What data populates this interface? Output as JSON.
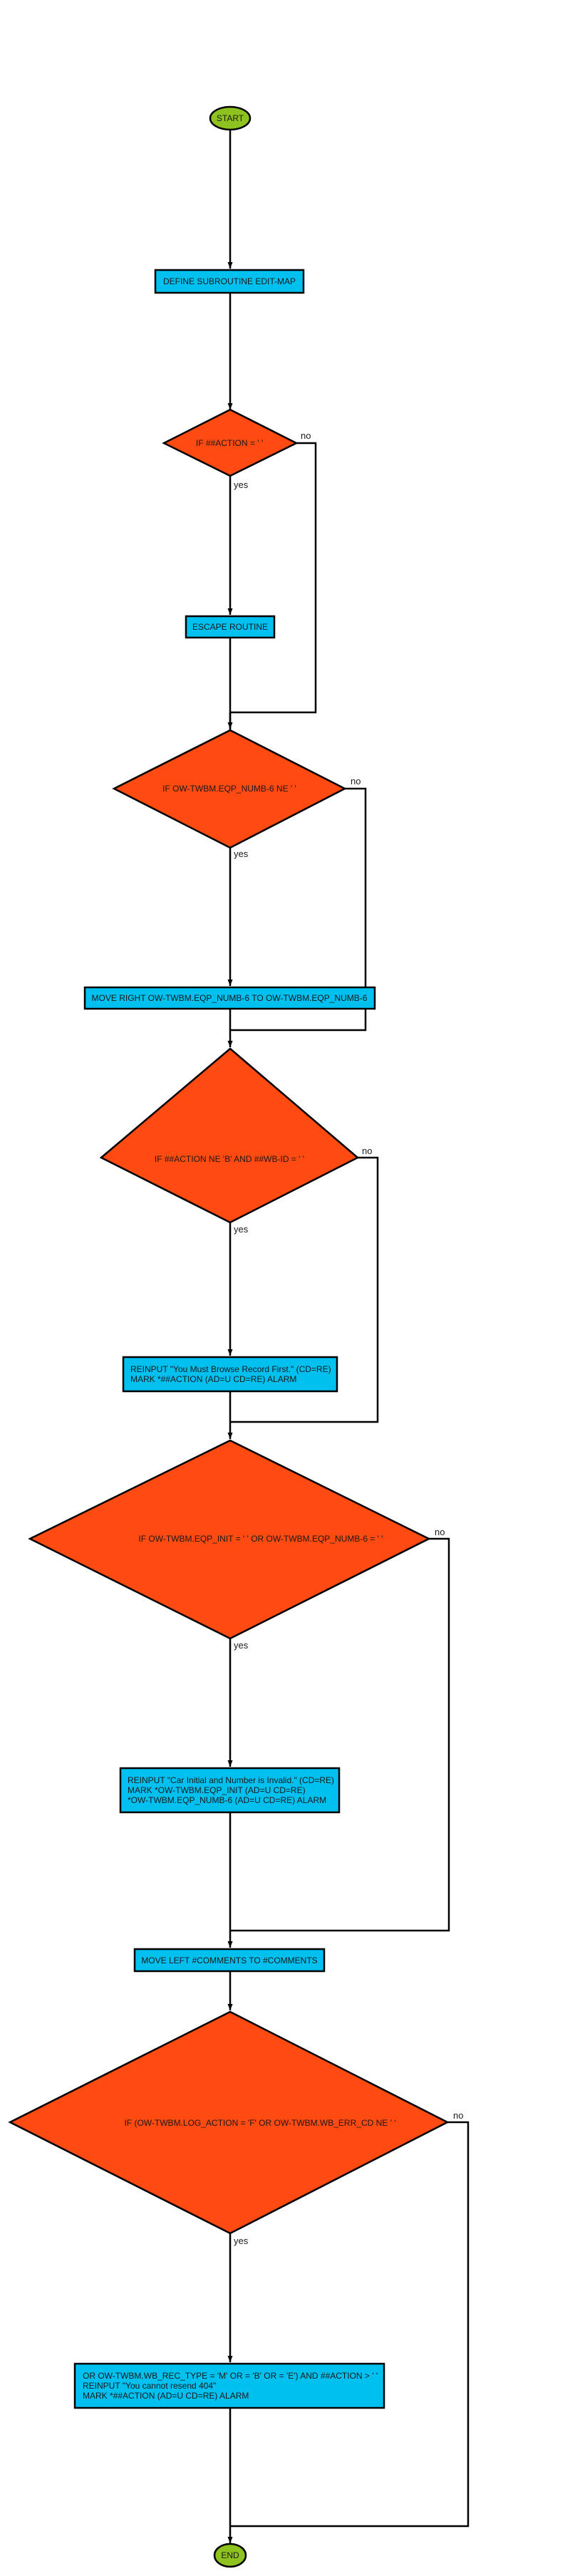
{
  "colors": {
    "terminal": "#8ec21f",
    "process": "#00c0f0",
    "decision": "#ff4a12",
    "line": "#000000"
  },
  "nodes": {
    "start": {
      "lines": [
        "START"
      ]
    },
    "define": {
      "lines": [
        "DEFINE SUBROUTINE EDIT-MAP"
      ]
    },
    "d1": {
      "lines": [
        "IF ##ACTION = ' '"
      ]
    },
    "escape": {
      "lines": [
        "ESCAPE ROUTINE"
      ]
    },
    "d2": {
      "lines": [
        "IF OW-TWBM.EQP_NUMB-6 NE ' '"
      ]
    },
    "move_right": {
      "lines": [
        "MOVE RIGHT OW-TWBM.EQP_NUMB-6 TO OW-TWBM.EQP_NUMB-6"
      ]
    },
    "d3": {
      "lines": [
        "IF ##ACTION NE 'B' AND ##WB-ID = ' '"
      ]
    },
    "reinput1": {
      "lines": [
        "REINPUT \"You Must Browse Record First.\" (CD=RE)",
        "MARK *##ACTION (AD=U CD=RE) ALARM"
      ]
    },
    "d4": {
      "lines": [
        "IF OW-TWBM.EQP_INIT = ' ' OR OW-TWBM.EQP_NUMB-6 = ' '"
      ]
    },
    "reinput2": {
      "lines": [
        "REINPUT \"Car Initial and Number is Invalid.\" (CD=RE)",
        "MARK *OW-TWBM.EQP_INIT (AD=U CD=RE)",
        "*OW-TWBM.EQP_NUMB-6 (AD=U CD=RE) ALARM"
      ]
    },
    "move_left": {
      "lines": [
        "MOVE LEFT #COMMENTS TO #COMMENTS"
      ]
    },
    "d5": {
      "lines": [
        "IF (OW-TWBM.LOG_ACTION = 'F' OR OW-TWBM.WB_ERR_CD NE ' '"
      ]
    },
    "reinput3": {
      "lines": [
        "OR OW-TWBM.WB_REC_TYPE = 'M' OR = 'B' OR = 'E') AND ##ACTION > ' '",
        "REINPUT \"You cannot resend 404\"",
        "MARK *##ACTION (AD=U CD=RE) ALARM"
      ]
    },
    "end": {
      "lines": [
        "END"
      ]
    }
  },
  "edge_labels": {
    "yes": "yes",
    "no": "no"
  }
}
